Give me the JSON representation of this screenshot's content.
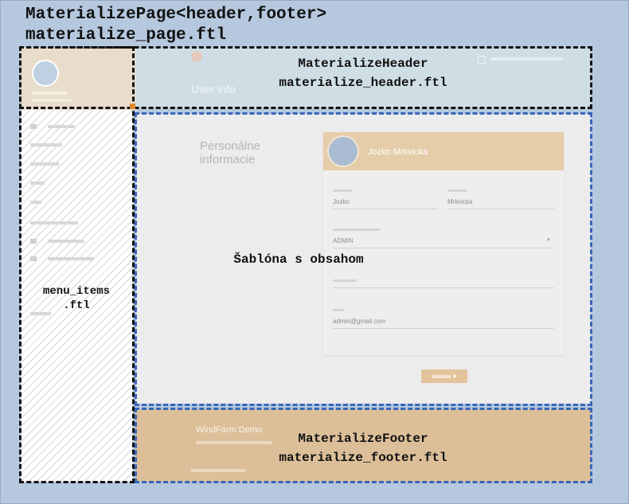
{
  "page": {
    "title_line1": "MaterializePage<header,footer>",
    "title_line2": "materialize_page.ftl"
  },
  "header": {
    "label_line1": "MaterializeHeader",
    "label_line2": "materialize_header.ftl",
    "subtitle": "User info"
  },
  "sidebar": {
    "label_line1": "menu_items",
    "label_line2": ".ftl"
  },
  "content": {
    "label": "Šablóna s obsahom",
    "section_title": "Personálne informacie",
    "profile_name": "Jozko Mrkvicka",
    "first_name_value": "Jozko",
    "last_name_value": "Mrkvicka",
    "role_value": "ADMIN",
    "email_value": "admin@gmail.com"
  },
  "footer": {
    "label_line1": "MaterializeFooter",
    "label_line2": "materialize_footer.ftl",
    "title": "WindFarm Demo"
  },
  "colors": {
    "page_bg": "#b5c8de",
    "header_bg": "#cfdee4",
    "footer_bg": "#dcbf99",
    "dash_black": "#111111",
    "dash_blue": "#3a66b8"
  }
}
